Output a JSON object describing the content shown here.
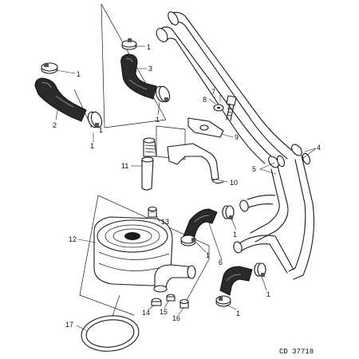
{
  "diagram": {
    "reference_code": "CD 37718",
    "callouts": [
      {
        "id": "c1a",
        "label": "1"
      },
      {
        "id": "c1b",
        "label": "1"
      },
      {
        "id": "c1c",
        "label": "1"
      },
      {
        "id": "c1d",
        "label": "1"
      },
      {
        "id": "c1e",
        "label": "1"
      },
      {
        "id": "c1f",
        "label": "1"
      },
      {
        "id": "c1g",
        "label": "1"
      },
      {
        "id": "c1h",
        "label": "1"
      },
      {
        "id": "c1i",
        "label": "1"
      },
      {
        "id": "c2",
        "label": "2"
      },
      {
        "id": "c3",
        "label": "3"
      },
      {
        "id": "c4",
        "label": "4"
      },
      {
        "id": "c5",
        "label": "5"
      },
      {
        "id": "c6",
        "label": "6"
      },
      {
        "id": "c7",
        "label": "7"
      },
      {
        "id": "c8",
        "label": "8"
      },
      {
        "id": "c9",
        "label": "9"
      },
      {
        "id": "c10",
        "label": "10"
      },
      {
        "id": "c11",
        "label": "11"
      },
      {
        "id": "c12",
        "label": "12"
      },
      {
        "id": "c13",
        "label": "13"
      },
      {
        "id": "c14",
        "label": "14"
      },
      {
        "id": "c15",
        "label": "15"
      },
      {
        "id": "c16",
        "label": "16"
      },
      {
        "id": "c17",
        "label": "17"
      }
    ]
  }
}
